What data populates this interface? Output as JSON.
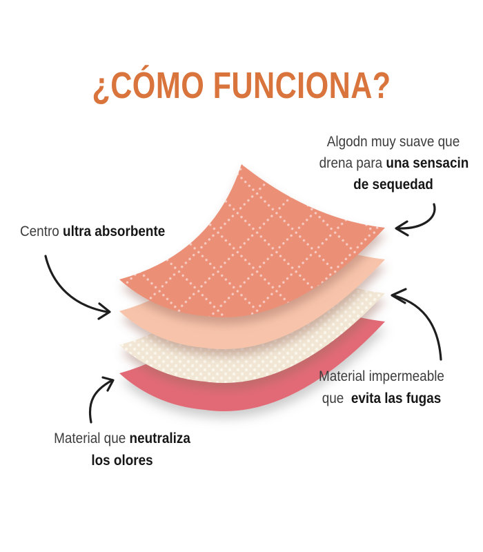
{
  "page": {
    "background": "#FFFFFF"
  },
  "title": {
    "text": "¿CÓMO FUNCIONA?",
    "color": "#D8743C"
  },
  "annotations": {
    "top_right": {
      "line1": "Algodn muy suave que",
      "line2_normal": "drena para ",
      "line2_bold": "una sensacin",
      "line3_bold": "de sequedad"
    },
    "left": {
      "normal": "Centro ",
      "bold": "ultra absorbente"
    },
    "bottom_right": {
      "line1": "Material impermeable",
      "line2_normal": "que ",
      "line2_bold": "evita las fugas"
    },
    "bottom_left": {
      "line1_normal": "Material que ",
      "line1_bold": "neutraliza",
      "line2_bold": "los olores"
    }
  },
  "layers": [
    {
      "name": "quilted-top-sheet",
      "color": "#EC8F77",
      "pattern": "white-diamond-dot-lattice"
    },
    {
      "name": "soft-liner-sheet",
      "color": "#F7C4AB",
      "pattern": "plain"
    },
    {
      "name": "absorbent-core-sheet",
      "color": "#F2E7D5",
      "pattern": "cream-dots"
    },
    {
      "name": "waterproof-base-sheet",
      "color": "#E26B76",
      "pattern": "plain"
    }
  ],
  "icons": [
    {
      "name": "curved-arrow-left"
    },
    {
      "name": "curved-arrow-top-right"
    },
    {
      "name": "curved-arrow-bottom-right"
    },
    {
      "name": "curved-arrow-bottom-left"
    }
  ],
  "text_colors": {
    "normal": "#3C3C3C",
    "bold": "#161616",
    "arrow": "#1E1E1E"
  }
}
